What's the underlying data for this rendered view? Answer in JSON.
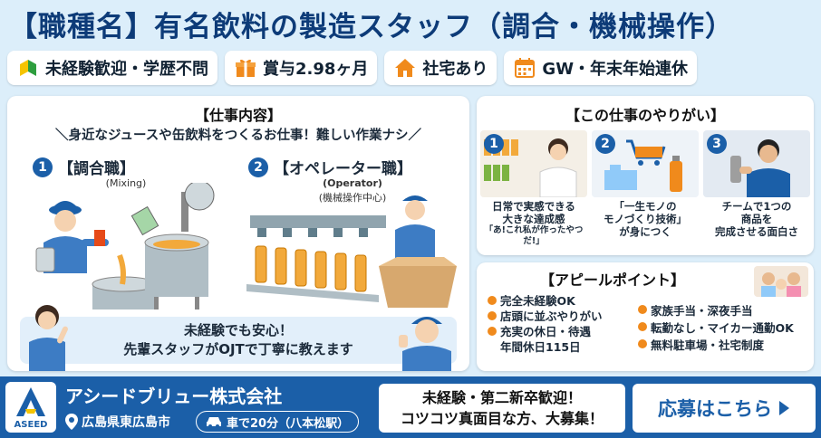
{
  "title": "【職種名】有名飲料の製造スタッフ（調合・機械操作）",
  "badges": [
    {
      "icon": "beginner-mark-icon",
      "label": "未経験歓迎・学歴不問"
    },
    {
      "icon": "gift-icon",
      "label": "賞与2.98ヶ月"
    },
    {
      "icon": "house-icon",
      "label": "社宅あり"
    },
    {
      "icon": "calendar-icon",
      "label": "GW・年末年始連休"
    }
  ],
  "job": {
    "heading": "【仕事内容】",
    "subheading": "＼身近なジュースや缶飲料をつくるお仕事！難しい作業ナシ／",
    "roles": [
      {
        "num": "1",
        "title": "【調合職】",
        "sub": "(Mixing)"
      },
      {
        "num": "2",
        "title": "【オペレーター職】",
        "sub": "(Operator)",
        "sub2": "(機械操作中心)"
      }
    ],
    "note_line1": "未経験でも安心！",
    "note_line2": "先輩スタッフがOJTで丁寧に教えます"
  },
  "rewarding": {
    "heading": "【この仕事のやりがい】",
    "items": [
      {
        "num": "1",
        "caption_lines": [
          "日常で実感できる",
          "大きな達成感"
        ],
        "quote": "「あ!これ私が作ったやつだ!」"
      },
      {
        "num": "2",
        "caption_lines": [
          "「一生モノの",
          "モノづくり技術」",
          "が身につく"
        ]
      },
      {
        "num": "3",
        "caption_lines": [
          "チームで1つの",
          "商品を",
          "完成させる面白さ"
        ]
      }
    ]
  },
  "appeal": {
    "heading": "【アピールポイント】",
    "left": [
      "完全未経験OK",
      "店頭に並ぶやりがい",
      "充実の休日・待遇",
      "年間休日115日"
    ],
    "right": [
      "家族手当・深夜手当",
      "転勤なし・マイカー通勤OK",
      "無料駐車場・社宅制度"
    ]
  },
  "footer": {
    "logo_text": "ASEED",
    "company": "アシードブリュー株式会社",
    "location": "広島県東広島市",
    "access": "車で20分（八本松駅）",
    "welcome_line1": "未経験・第二新卒歓迎！",
    "welcome_line2": "コツコツ真面目な方、大募集！",
    "cta": "応募はこちら"
  },
  "colors": {
    "brand_blue": "#1b5fa8",
    "title_navy": "#0d3b78",
    "accent_orange": "#f08a1c",
    "background": "#dceefa"
  }
}
